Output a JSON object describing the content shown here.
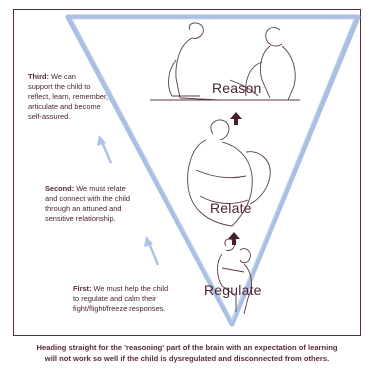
{
  "stages": {
    "reason": "Reason",
    "relate": "Relate",
    "regulate": "Regulate"
  },
  "notes": {
    "third": {
      "heading": "Third:",
      "body_1": " We can",
      "body_2": "support the child to",
      "body_3": "reflect, learn, remember,",
      "body_4": "articulate and become",
      "body_5": "self-assured."
    },
    "second": {
      "heading": "Second:",
      "body_1": " We must relate",
      "body_2": "and connect with the child",
      "body_3": "through an attuned and",
      "body_4": "sensitive relationship."
    },
    "first": {
      "heading": "First:",
      "body_1": " We must help the child",
      "body_2": "to regulate and calm their",
      "body_3": "fight/flight/freeze responses."
    }
  },
  "caption": {
    "line_1": "Heading straight for the 'reasoning' part of the brain with an expectation of learning",
    "line_2": "will not work so well if the child is dysregulated and disconnected from others."
  },
  "colors": {
    "triangle_outline": "#9fb6dc",
    "arrow_blue": "#a9c2e6",
    "arrow_dark": "#4a1d2c",
    "text": "#4a2432",
    "frame": "#5a2b3a"
  },
  "icons": {
    "up_arrow_small": "up-arrow-icon",
    "up_arrow_large": "up-arrow-icon"
  }
}
